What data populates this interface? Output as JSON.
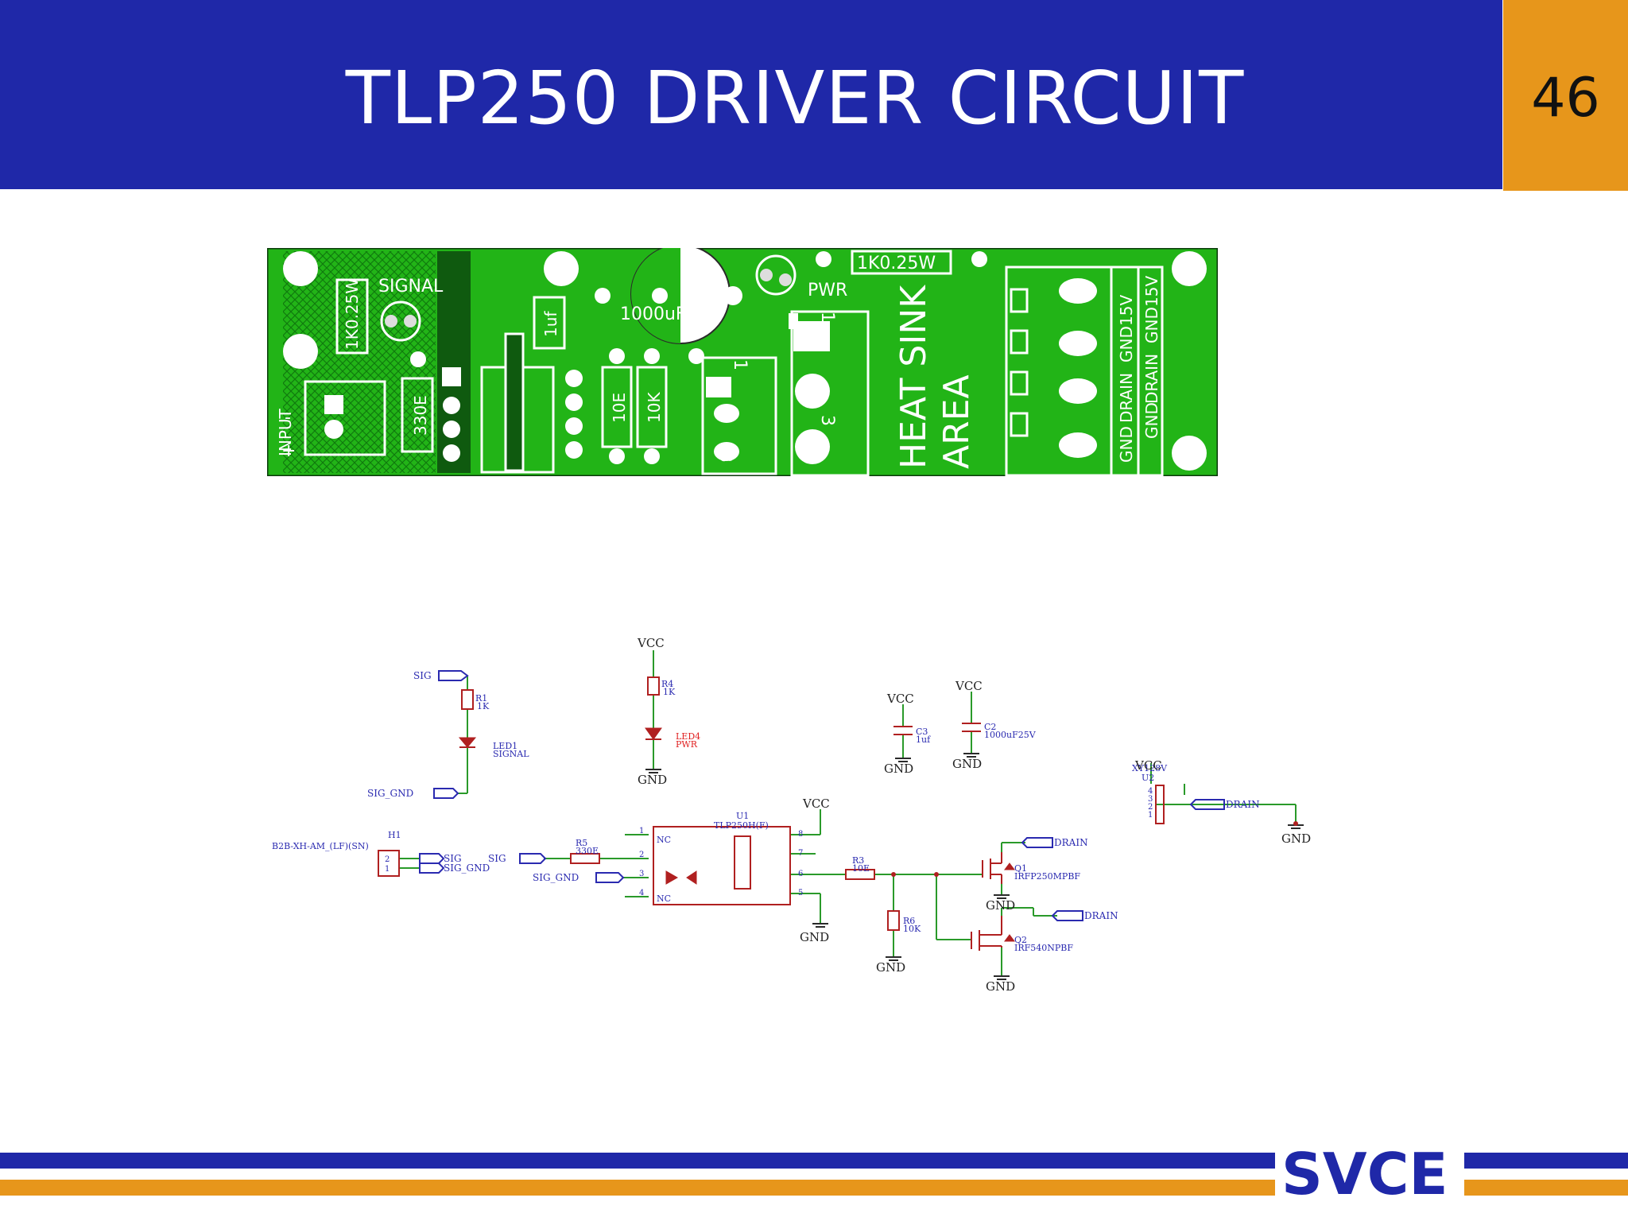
{
  "slide": {
    "title": "TLP250 DRIVER CIRCUIT",
    "number": "46"
  },
  "pcb": {
    "labels": [
      "SIGNAL",
      "1K0.25W",
      "1K0.25W",
      "INPUT",
      "330E",
      "1uf",
      "1000uF25V",
      "PWR",
      "10E",
      "10K",
      "HEAT SINK",
      "AREA",
      "GND",
      "DRAIN",
      "GND",
      "15V",
      "GND",
      "DRAIN",
      "GND",
      "15V",
      "1",
      "3",
      "1",
      "3"
    ],
    "signs": [
      "-",
      "+"
    ]
  },
  "schematic": {
    "r1": {
      "ref": "R1",
      "value": "1K"
    },
    "led1": {
      "ref": "LED1",
      "value": "SIGNAL"
    },
    "r4": {
      "ref": "R4",
      "value": "1K"
    },
    "led4": {
      "ref": "LED4",
      "value": "PWR"
    },
    "c3": {
      "ref": "C3",
      "value": "1uf"
    },
    "c2": {
      "ref": "C2",
      "value": "1000uF25V"
    },
    "u2": {
      "ref": "U2",
      "value": "XY128V"
    },
    "h1": {
      "ref": "H1",
      "value": "B2B-XH-AM_(LF)(SN)"
    },
    "r5": {
      "ref": "R5",
      "value": "330E"
    },
    "u1": {
      "ref": "U1",
      "value": "TLP250H(F)"
    },
    "r3": {
      "ref": "R3",
      "value": "10E"
    },
    "r6": {
      "ref": "R6",
      "value": "10K"
    },
    "q1": {
      "ref": "Q1",
      "value": "IRFP250MPBF"
    },
    "q2": {
      "ref": "Q2",
      "value": "IRF540NPBF"
    },
    "nets": {
      "vcc": "VCC",
      "gnd": "GND",
      "sig": "SIG",
      "sig_gnd": "SIG_GND",
      "drain": "DRAIN",
      "nc": "NC"
    },
    "pin_numbers": [
      "1",
      "2",
      "3",
      "4",
      "5",
      "6",
      "7",
      "8"
    ],
    "h1_pins": [
      "2",
      "1"
    ],
    "u2_pins": [
      "4",
      "3",
      "2",
      "1"
    ]
  },
  "logo": {
    "text": "SVCE"
  },
  "colors": {
    "header": "#1f28a8",
    "accent": "#e7961b",
    "pcb_green": "#22b417",
    "wire": "#2a9a2a",
    "component": "#b02020",
    "net_label": "#2a2ab0"
  }
}
